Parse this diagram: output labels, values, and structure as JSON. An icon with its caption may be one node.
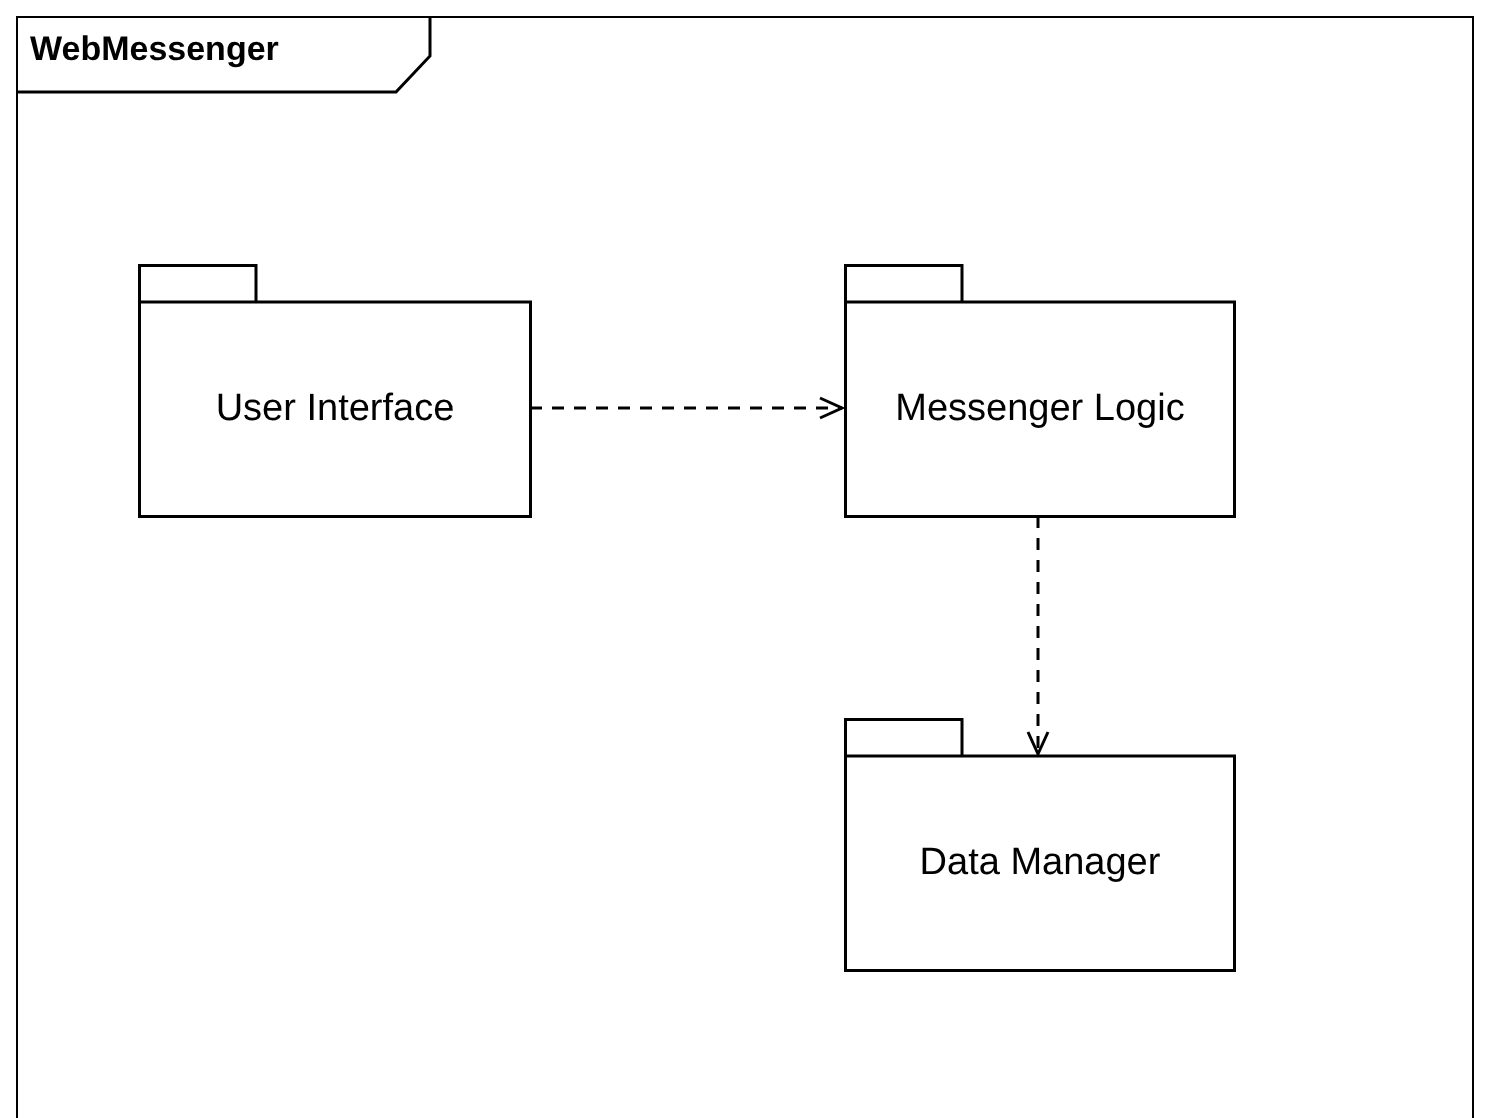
{
  "diagram": {
    "nodes": [
      {
        "text": [
          "WebMessenger"
        ]
      },
      {
        "text": [
          "User Interface"
        ],
        "in": 0
      },
      {
        "text": [
          "Messenger Logic"
        ],
        "in": 0
      },
      {
        "text": [
          "Data Manager"
        ],
        "in": 0
      }
    ],
    "edges": [
      {
        "from": 1,
        "to": 2,
        "arrow": "to",
        "style": "dashed"
      },
      {
        "from": 2,
        "to": 3,
        "arrow": "to",
        "style": "dashed"
      }
    ]
  }
}
